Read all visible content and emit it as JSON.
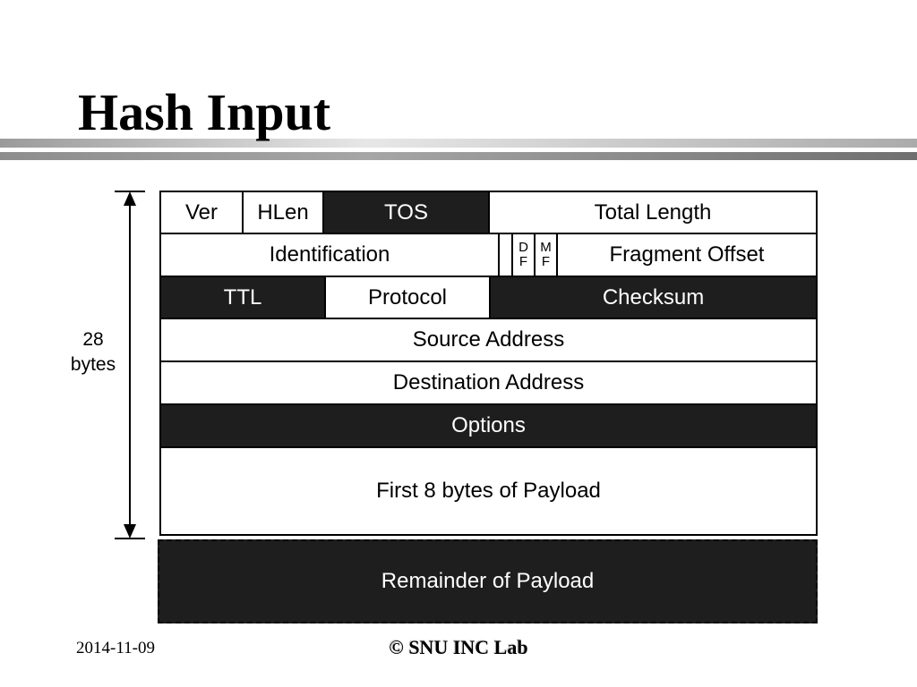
{
  "title": "Hash Input",
  "size_label": {
    "value": "28",
    "unit": "bytes"
  },
  "header_table": {
    "row1": {
      "ver": "Ver",
      "hlen": "HLen",
      "tos": "TOS",
      "total_length": "Total Length"
    },
    "row2": {
      "identification": "Identification",
      "df_top": "D",
      "df_bottom": "F",
      "mf_top": "M",
      "mf_bottom": "F",
      "fragment_offset": "Fragment Offset"
    },
    "row3": {
      "ttl": "TTL",
      "protocol": "Protocol",
      "checksum": "Checksum"
    },
    "row4": {
      "source_address": "Source Address"
    },
    "row5": {
      "destination_address": "Destination Address"
    },
    "row6": {
      "options": "Options"
    },
    "row7": {
      "first_payload": "First 8 bytes of Payload"
    },
    "remainder": "Remainder of Payload"
  },
  "footer": {
    "date": "2014-11-09",
    "credit": "© SNU INC Lab"
  },
  "colors": {
    "dark_fill": "#1e1e1e",
    "border": "#000000",
    "divider_light": "#e7e7e7",
    "divider_dark": "#6f6f6f"
  }
}
